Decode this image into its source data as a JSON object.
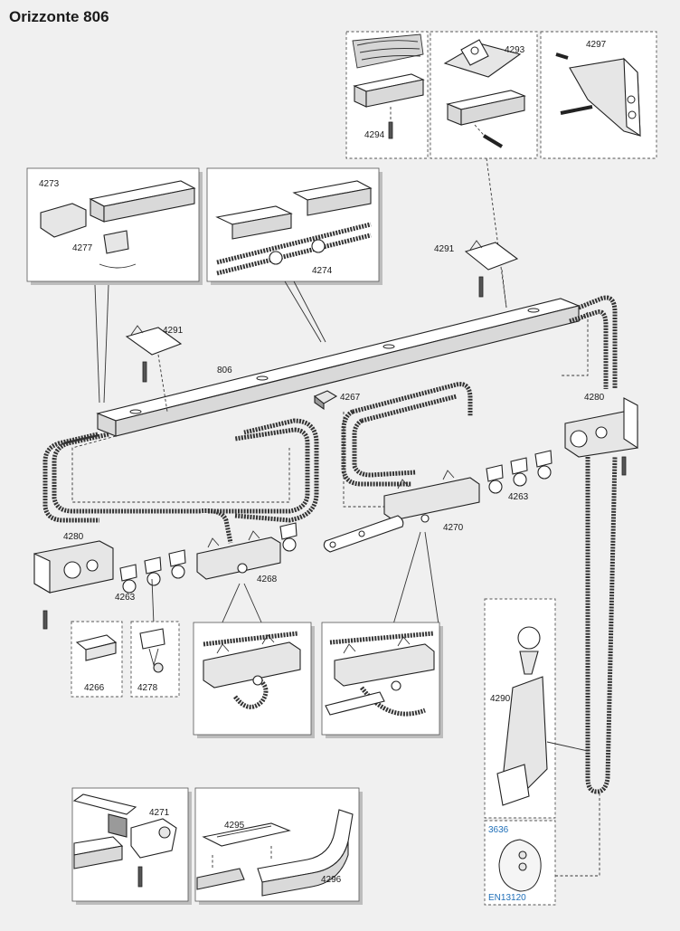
{
  "title": "Orizzonte 806",
  "labels": {
    "l4273": "4273",
    "l4277": "4277",
    "l4274": "4274",
    "l4294": "4294",
    "l4293": "4293",
    "l4297": "4297",
    "l4291a": "4291",
    "l4291b": "4291",
    "l806": "806",
    "l4267": "4267",
    "l4280a": "4280",
    "l4280b": "4280",
    "l4263a": "4263",
    "l4263b": "4263",
    "l4268": "4268",
    "l4270": "4270",
    "l4266": "4266",
    "l4278": "4278",
    "l4290": "4290",
    "l3636": "3636",
    "lEN": "EN13120",
    "l4271": "4271",
    "l4295": "4295",
    "l4296": "4296"
  },
  "colors": {
    "background": "#f0f0f0",
    "accent_label": "#1f6fb8"
  }
}
